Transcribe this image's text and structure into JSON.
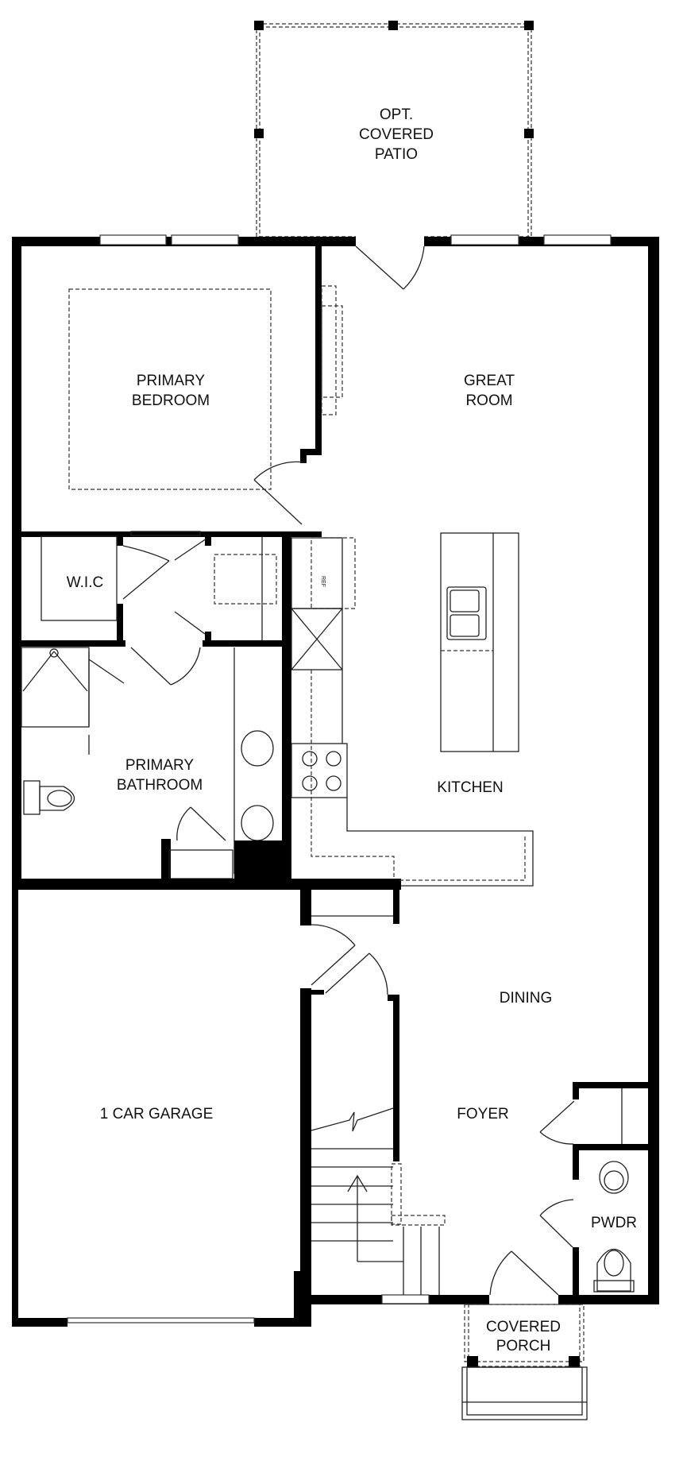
{
  "rooms": {
    "patio": [
      "OPT.",
      "COVERED",
      "PATIO"
    ],
    "primary_bedroom": [
      "PRIMARY",
      "BEDROOM"
    ],
    "great_room": [
      "GREAT",
      "ROOM"
    ],
    "wic": "W.I.C",
    "primary_bathroom": [
      "PRIMARY",
      "BATHROOM"
    ],
    "kitchen": "KITCHEN",
    "refrigerator": "REF",
    "dining": "DINING",
    "garage": "1 CAR GARAGE",
    "foyer": "FOYER",
    "powder": "PWDR",
    "porch": [
      "COVERED",
      "PORCH"
    ]
  },
  "colors": {
    "wall": "#000000",
    "background": "#ffffff",
    "line": "#222222"
  }
}
